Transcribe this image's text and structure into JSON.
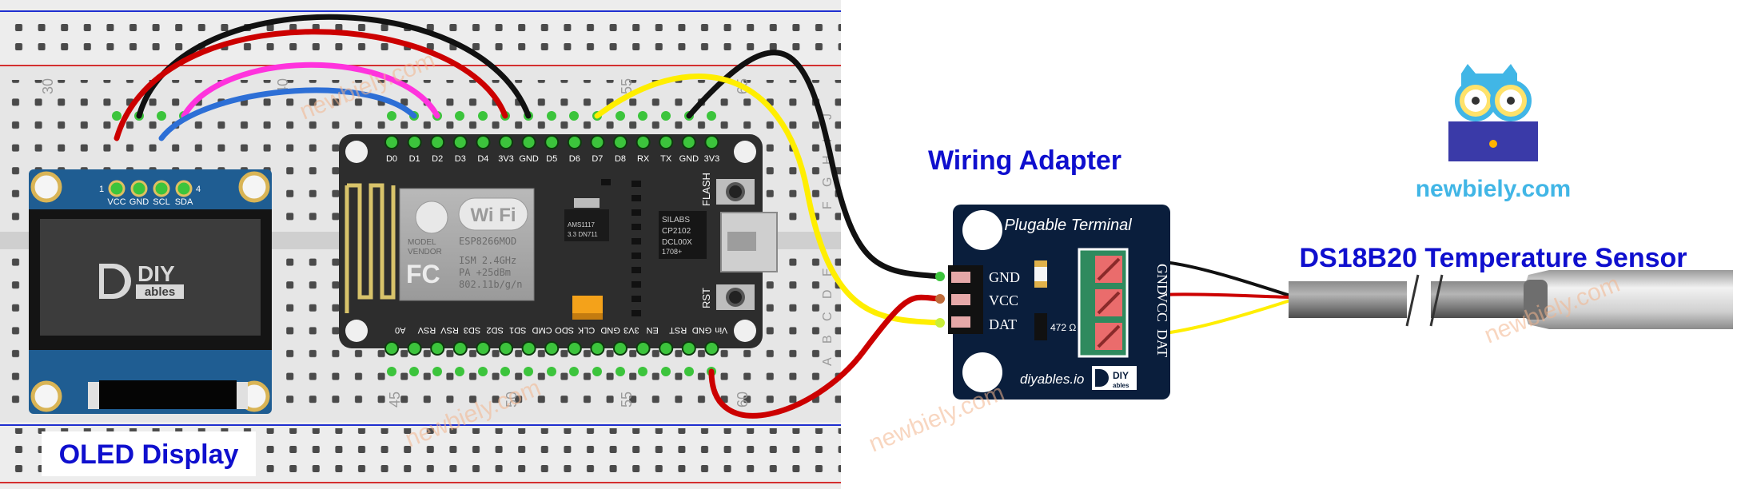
{
  "labels": {
    "oled": "OLED Display",
    "adapter": "Wiring Adapter",
    "sensor": "DS18B20 Temperature Sensor",
    "brand": "newbiely.com",
    "watermark": "newbiely.com"
  },
  "breadboard": {
    "column_numbers": [
      "30",
      "40",
      "45",
      "50",
      "55",
      "60",
      "65"
    ],
    "row_letters_top": [
      "J",
      "I",
      "H",
      "G",
      "F"
    ],
    "row_letters_bottom": [
      "E",
      "D",
      "C",
      "B",
      "A"
    ]
  },
  "oled": {
    "pins": [
      "VCC",
      "GND",
      "SCL",
      "SDA"
    ],
    "pin_numbers": [
      "1",
      "4"
    ],
    "logo_text": "DIY",
    "logo_sub": "ables"
  },
  "esp": {
    "top_pins": [
      "D0",
      "D1",
      "D2",
      "D3",
      "D4",
      "3V3",
      "GND",
      "D5",
      "D6",
      "D7",
      "D8",
      "RX",
      "TX",
      "GND",
      "3V3"
    ],
    "bottom_pins": [
      "A0",
      "RSV",
      "RSV",
      "SD3",
      "SD2",
      "SD1",
      "CMD",
      "SDO",
      "CLK",
      "GND",
      "3V3",
      "EN",
      "RST",
      "GND",
      "Vin"
    ],
    "module_lines": [
      "ESP8266MOD",
      "ISM 2.4GHz",
      "PA +25dBm",
      "802.11b/g/n"
    ],
    "module_side": [
      "MODEL",
      "VENDOR"
    ],
    "wifi": "Wi Fi",
    "fc": "FC",
    "reg": "AMS1117",
    "reg2": "3.3   DN711",
    "usb_chip": [
      "SILABS",
      "CP2102",
      "DCL00X",
      "1708+"
    ],
    "flash": "FLASH",
    "rst": "RST"
  },
  "adapter": {
    "title": "Plugable Terminal",
    "pins": [
      "GND",
      "VCC",
      "DAT"
    ],
    "terminal_pins": [
      "GND",
      "VCC",
      "DAT"
    ],
    "resistor": "472 Ω",
    "footer": "diyables.io",
    "logo_text": "DIY",
    "logo_sub": "ables"
  },
  "colors": {
    "title_blue": "#0f0fce",
    "brand_cyan": "#41b6e6",
    "board_blue": "#0a1e3c",
    "wire_red": "#cc0000",
    "wire_black": "#111111",
    "wire_yellow": "#ffee00",
    "wire_magenta": "#ff33dd",
    "wire_blue": "#2d6fd6",
    "watermark": "#f2b48c"
  }
}
